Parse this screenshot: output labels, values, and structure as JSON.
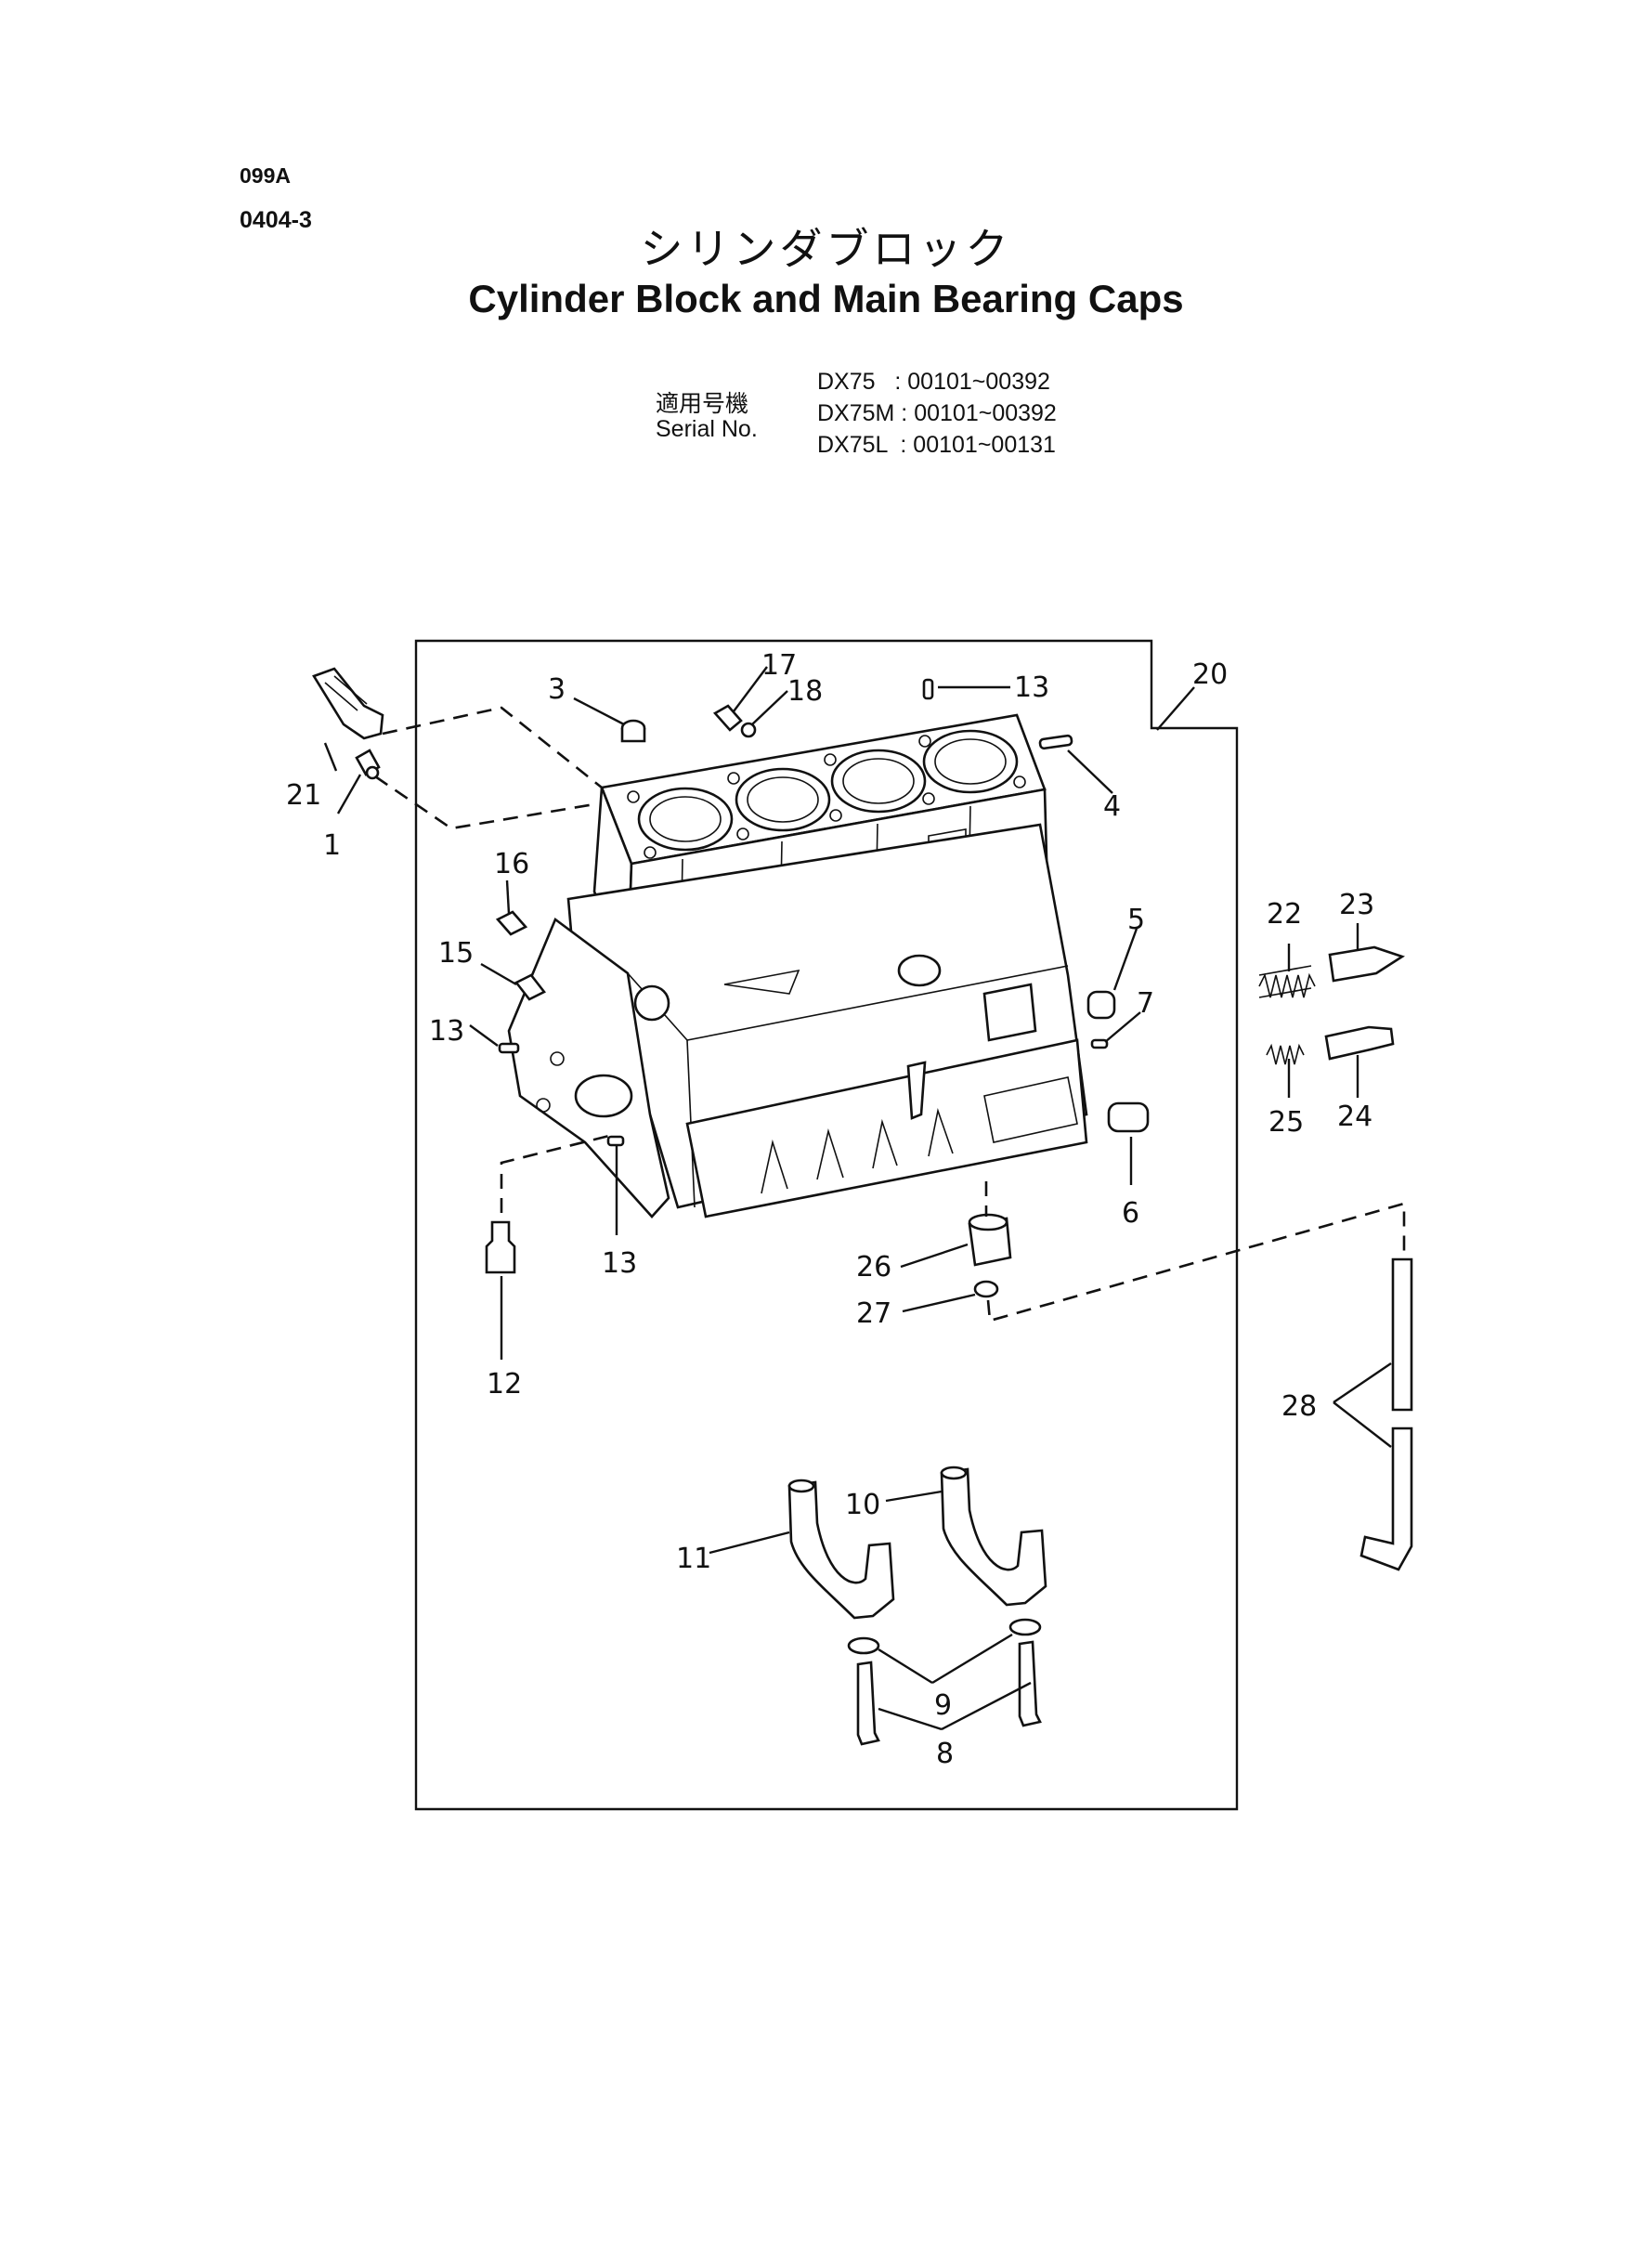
{
  "header": {
    "code_top": "099A",
    "code_page": "0404-3",
    "title_japanese": "シリンダブロック",
    "title_english": "Cylinder Block and Main Bearing Caps"
  },
  "serial": {
    "label_japanese": "適用号機",
    "label_english": "Serial No.",
    "rows": [
      "DX75   : 00101~00392",
      "DX75M : 00101~00392",
      "DX75L  : 00101~00131"
    ]
  },
  "callouts": {
    "c1": "1",
    "c3": "3",
    "c4": "4",
    "c5": "5",
    "c6": "6",
    "c7": "7",
    "c8": "8",
    "c9": "9",
    "c10": "10",
    "c11": "11",
    "c12": "12",
    "c13a": "13",
    "c13b": "13",
    "c13c": "13",
    "c15": "15",
    "c16": "16",
    "c17": "17",
    "c18": "18",
    "c20": "20",
    "c21": "21",
    "c22": "22",
    "c23": "23",
    "c24": "24",
    "c25": "25",
    "c26": "26",
    "c27": "27",
    "c28": "28"
  }
}
